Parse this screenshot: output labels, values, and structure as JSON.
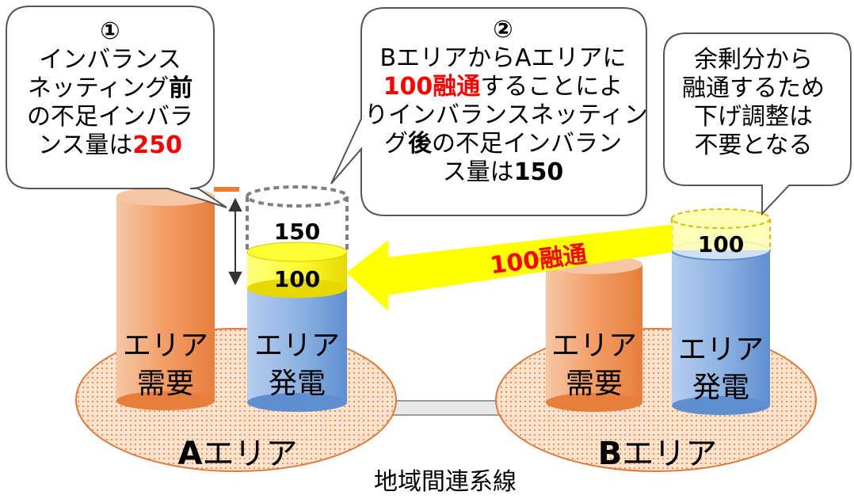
{
  "bubble_before": {
    "number": "①",
    "line1": "インバランス",
    "line2_pre": "ネッティング",
    "line2_bold": "前",
    "line3": "の不足インバラ",
    "line4_pre": "ンス量は",
    "line4_red": "250"
  },
  "bubble_after": {
    "number": "②",
    "line1": "BエリアからAエリアに",
    "line2_red": "100融通",
    "line2_post": "することによ",
    "line3": "りインバランスネッティン",
    "line4_pre": "グ",
    "line4_bold": "後",
    "line4_post": "の不足インバラン",
    "line5_pre": "ス量は",
    "line5_bold": "150"
  },
  "bubble_b": {
    "line1": "余剰分から",
    "line2": "融通するため",
    "line3": "下げ調整は",
    "line4": "不要となる"
  },
  "area_a": {
    "name_bold": "A",
    "name_rest": "エリア",
    "demand_line1": "エリア",
    "demand_line2": "需要",
    "gen_line1": "エリア",
    "gen_line2": "発電",
    "shortfall_value": "150",
    "transfer_value": "100"
  },
  "area_b": {
    "name_bold": "B",
    "name_rest": "エリア",
    "demand_line1": "エリア",
    "demand_line2": "需要",
    "gen_line1": "エリア",
    "gen_line2": "発電",
    "surplus_value": "100"
  },
  "transfer_label": "100融通",
  "interconnector_label": "地域間連系線",
  "colors": {
    "demand_orange": "#f4a070",
    "generation_blue": "#8fb4e3",
    "highlight_yellow": "#ffff33",
    "arrow_yellow": "#ffff00",
    "alert_red": "#ff0000",
    "area_fill": "#fbd4b4"
  }
}
